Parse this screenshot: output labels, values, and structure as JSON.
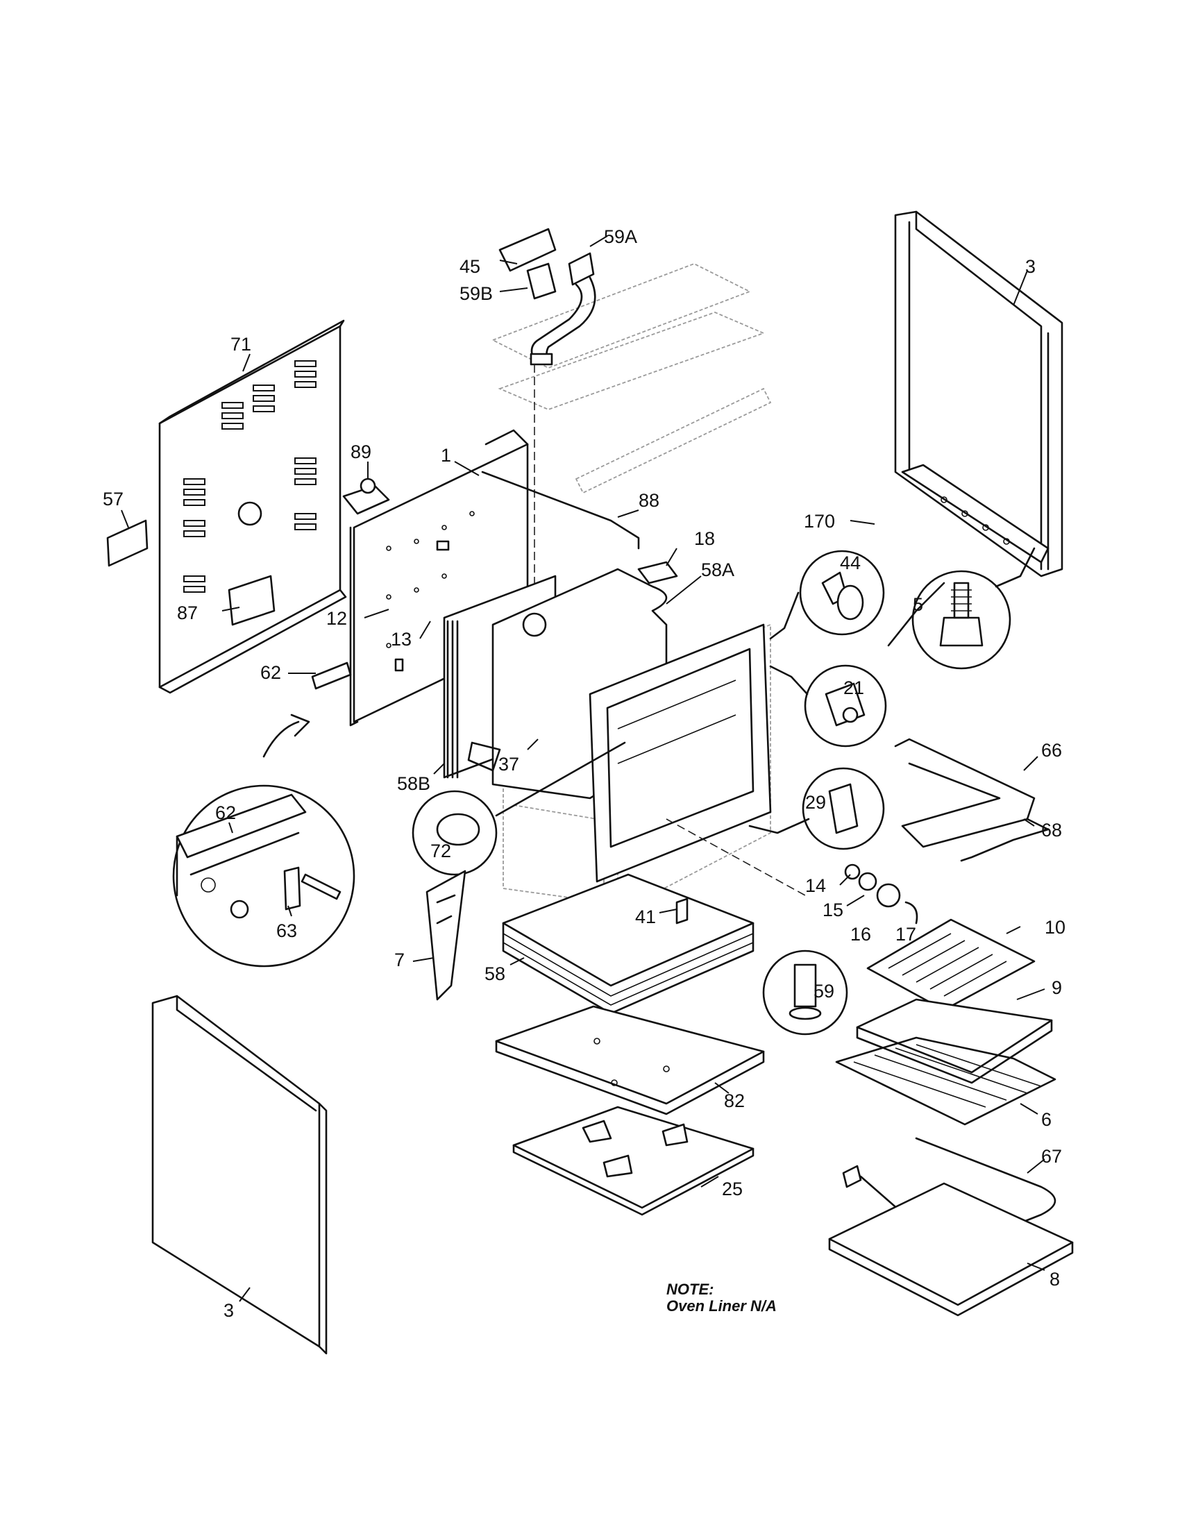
{
  "note": {
    "title": "NOTE:",
    "text": "Oven Liner N/A"
  },
  "callouts": {
    "c45": "45",
    "c59a": "59A",
    "c59b": "59B",
    "c3_top": "3",
    "c71": "71",
    "c89": "89",
    "c1": "1",
    "c57": "57",
    "c88": "88",
    "c170": "170",
    "c18": "18",
    "c58a": "58A",
    "c44": "44",
    "c5": "5",
    "c12": "12",
    "c13": "13",
    "c21": "21",
    "c87": "87",
    "c62_top": "62",
    "c66": "66",
    "c37": "37",
    "c58b": "58B",
    "c62_detail": "62",
    "c29": "29",
    "c68": "68",
    "c72": "72",
    "c14": "14",
    "c15": "15",
    "c16": "16",
    "c17": "17",
    "c41": "41",
    "c10": "10",
    "c63": "63",
    "c7": "7",
    "c58": "58",
    "c59": "59",
    "c9": "9",
    "c82": "82",
    "c6": "6",
    "c67": "67",
    "c25": "25",
    "c8": "8",
    "c3_bottom": "3"
  }
}
